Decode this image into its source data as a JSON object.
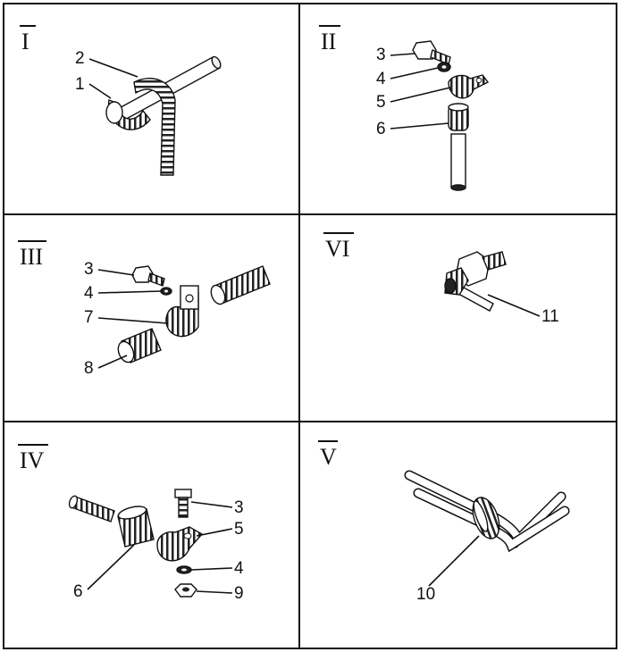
{
  "panels": [
    {
      "id": "p1",
      "roman": "I",
      "labels": [
        "1",
        "2"
      ]
    },
    {
      "id": "p2",
      "roman": "II",
      "labels": [
        "3",
        "4",
        "5",
        "6"
      ]
    },
    {
      "id": "p3",
      "roman": "III",
      "labels": [
        "3",
        "4",
        "7",
        "8"
      ]
    },
    {
      "id": "p4",
      "roman": "VI",
      "labels": [
        "11"
      ]
    },
    {
      "id": "p5",
      "roman": "IV",
      "labels": [
        "3",
        "5",
        "4",
        "9",
        "6"
      ]
    },
    {
      "id": "p6",
      "roman": "V",
      "labels": [
        "10"
      ]
    }
  ]
}
